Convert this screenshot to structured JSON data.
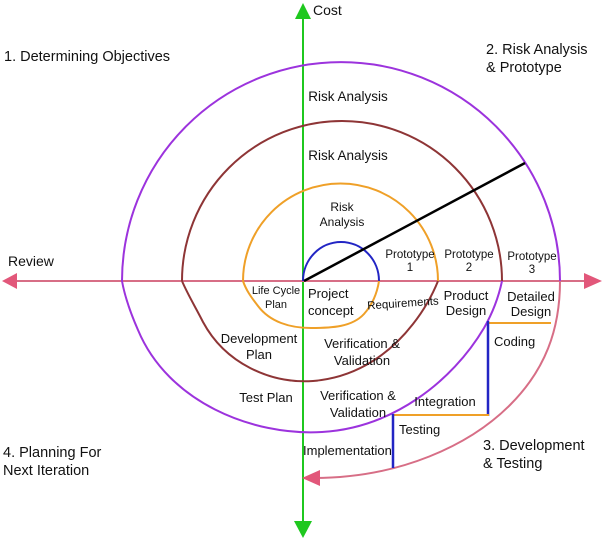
{
  "colors": {
    "green_axis": "#1fc81f",
    "pink_axis": "#d76e86",
    "pink_arrow": "#e2577a",
    "spiral_blue": "#2225c4",
    "spiral_orange": "#efa028",
    "spiral_dark_red": "#8e3536",
    "spiral_purple": "#9c33dd",
    "spiral_rose": "#d76e86",
    "radial_line_black": "#000000"
  },
  "axes": {
    "vertical": {
      "label": "Cost"
    },
    "horizontal": {
      "label": "Review"
    }
  },
  "quadrants": {
    "q1": {
      "line1": "1. Determining Objectives"
    },
    "q2": {
      "line1": "2. Risk Analysis",
      "line2": "& Prototype"
    },
    "q3": {
      "line1": "3. Development",
      "line2": "& Testing"
    },
    "q4": {
      "line1": "4. Planning For",
      "line2": "Next Iteration"
    }
  },
  "spiral_labels": {
    "risk_analysis_outer": "Risk Analysis",
    "risk_analysis_middle": "Risk Analysis",
    "risk_analysis_inner": {
      "line1": "Risk",
      "line2": "Analysis"
    },
    "prototype_1": {
      "line1": "Prototype",
      "line2": "1"
    },
    "prototype_2": {
      "line1": "Prototype",
      "line2": "2"
    },
    "prototype_3": {
      "line1": "Prototype",
      "line2": "3"
    },
    "life_cycle_plan": {
      "line1": "Life Cycle",
      "line2": "Plan"
    },
    "project_concept": {
      "line1": "Project",
      "line2": "concept"
    },
    "requirements": "Requirements",
    "product_design": {
      "line1": "Product",
      "line2": "Design"
    },
    "detailed_design": {
      "line1": "Detailed",
      "line2": "Design"
    },
    "coding": "Coding",
    "integration": "Integration",
    "testing": "Testing",
    "implementation": "Implementation",
    "verification_validation_1": {
      "line1": "Verification &",
      "line2": "Validation"
    },
    "verification_validation_2": {
      "line1": "Verification &",
      "line2": "Validation"
    },
    "development_plan": {
      "line1": "Development",
      "line2": "Plan"
    },
    "test_plan": "Test Plan"
  }
}
